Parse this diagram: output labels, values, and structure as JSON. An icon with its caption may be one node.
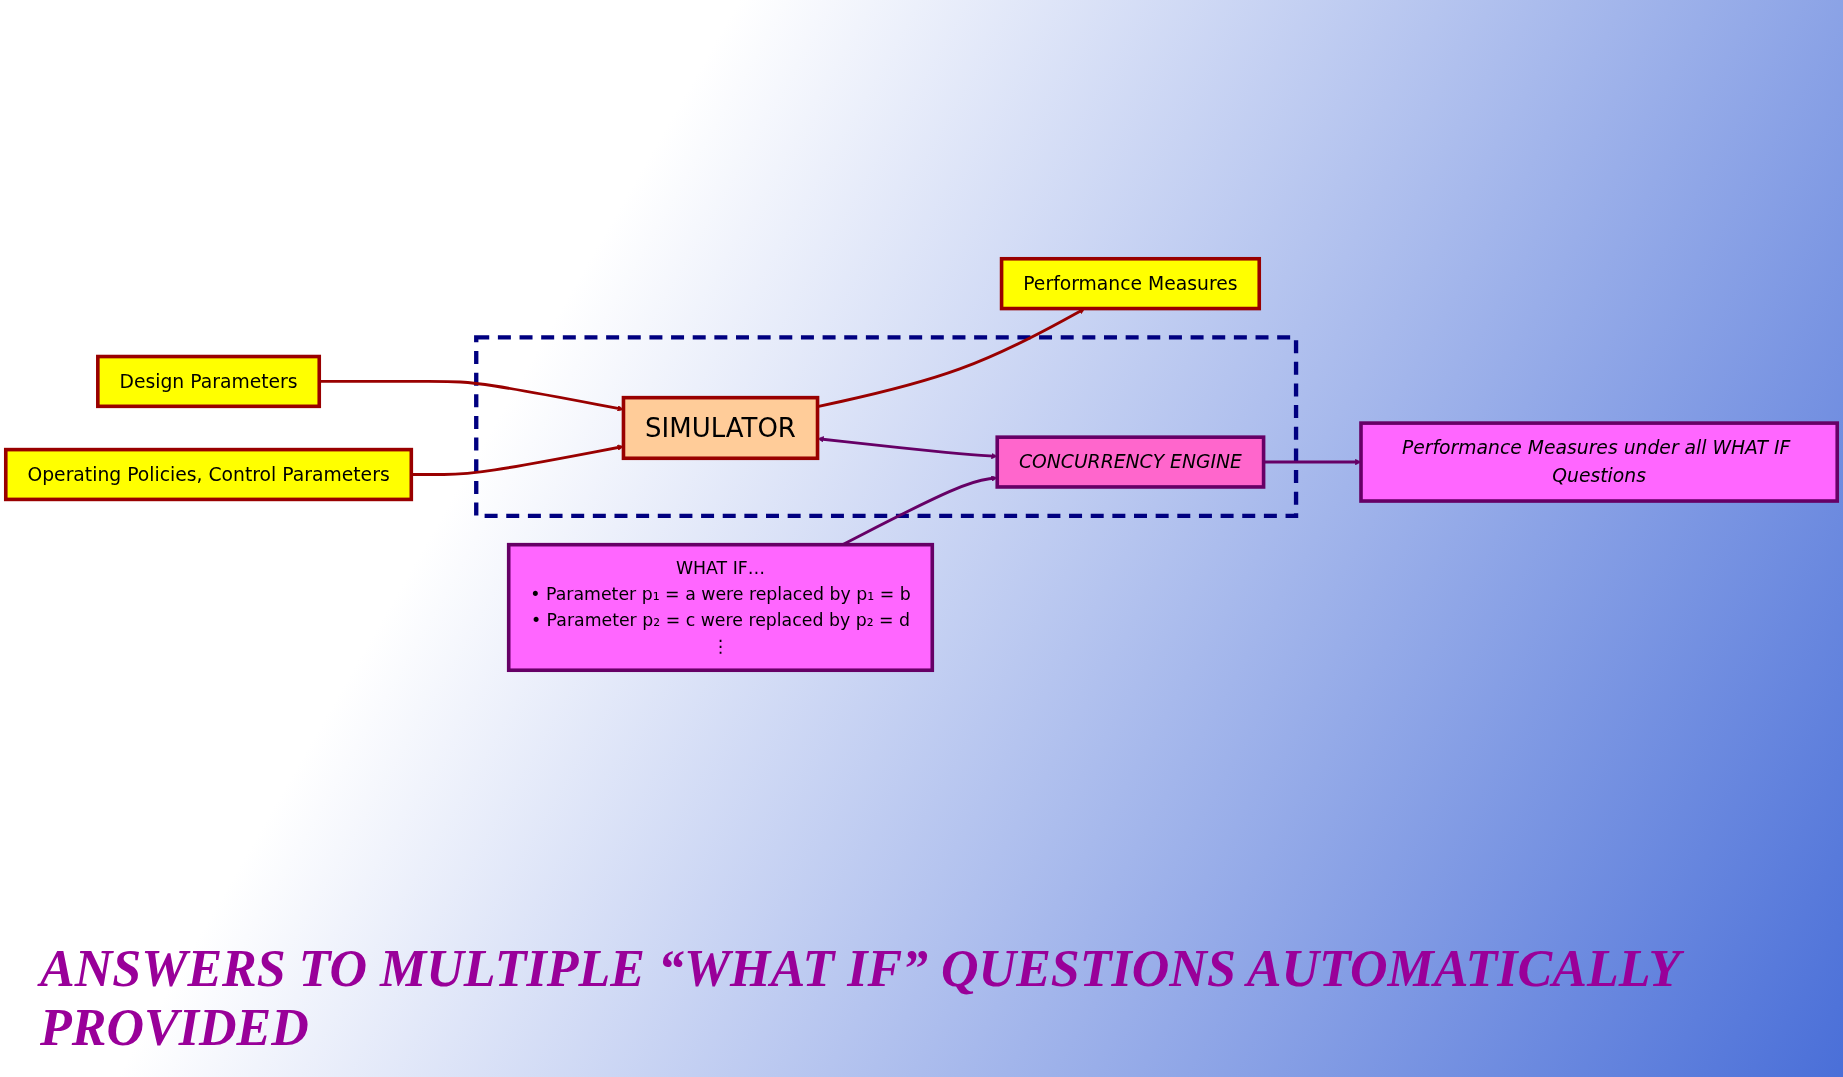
{
  "diagram": {
    "caption": "ANSWERS TO MULTIPLE “WHAT IF” QUESTIONS AUTOMATICALLY PROVIDED",
    "nodes": [
      {
        "text": [],
        "shape": "box"
      },
      {
        "text": [
          "Design Parameters"
        ]
      },
      {
        "text": [
          "Operating Policies, Control Parameters"
        ]
      },
      {
        "text": [
          "SIMULATOR"
        ],
        "in": 0
      },
      {
        "text": [
          "CONCURRENCY ENGINE"
        ],
        "in": 0
      },
      {
        "text": [
          "Performance Measures"
        ]
      },
      {
        "text": [
          "WHAT IF…",
          "• Parameter p₁ = a were replaced by p₁ = b",
          "• Parameter p₂ = c were replaced by p₂ = d",
          "⋮"
        ]
      },
      {
        "text": [
          "Performance Measures under all WHAT IF Questions"
        ]
      }
    ],
    "edges": [
      {
        "from": 1,
        "to": 3,
        "arrow": "to",
        "color": "#990000"
      },
      {
        "from": 2,
        "to": 3,
        "arrow": "to",
        "color": "#990000"
      },
      {
        "from": 3,
        "to": 5,
        "arrow": "to",
        "color": "#990000"
      },
      {
        "from": 3,
        "to": 4,
        "arrow": "both",
        "color": "#660066"
      },
      {
        "from": 6,
        "to": 4,
        "arrow": "to",
        "color": "#660066"
      },
      {
        "from": 4,
        "to": 7,
        "arrow": "to",
        "color": "#660066"
      }
    ]
  }
}
